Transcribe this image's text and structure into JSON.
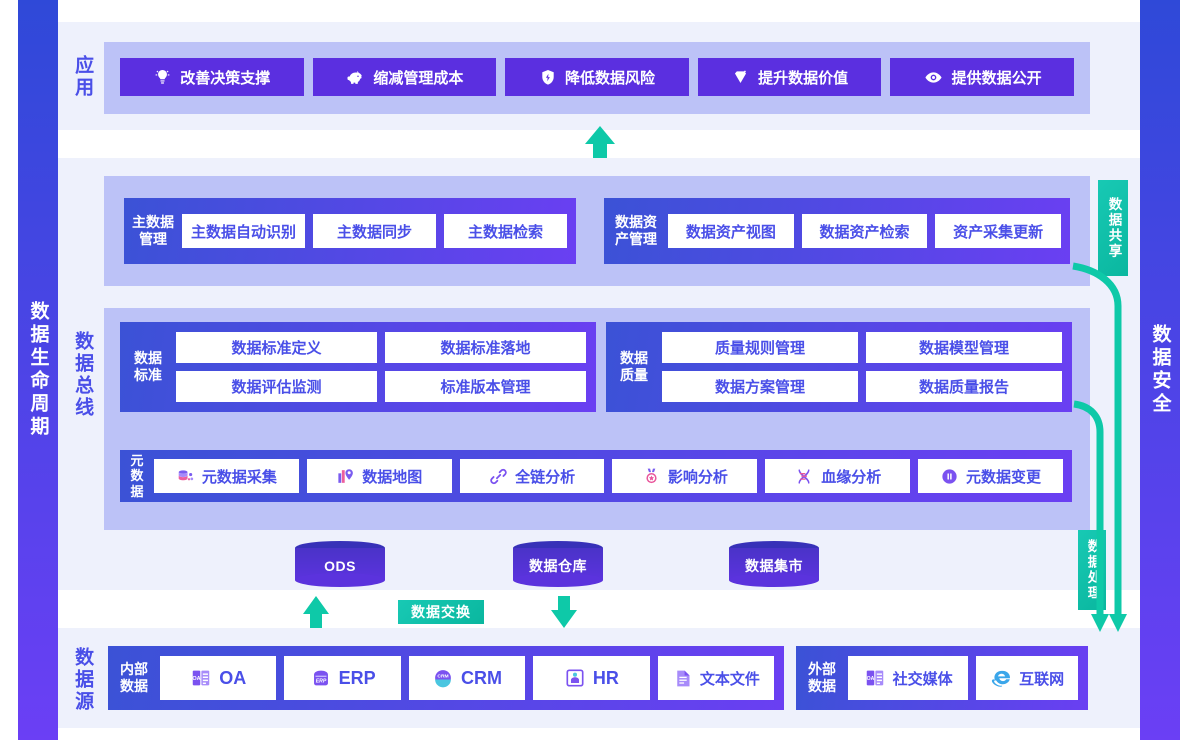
{
  "rails": {
    "left": {
      "label": "数据生命周期"
    },
    "right": {
      "label": "数据安全"
    }
  },
  "rows": {
    "application": {
      "label": "应用"
    },
    "bus": {
      "label": "数据总线"
    },
    "source": {
      "label": "数据源"
    }
  },
  "application": {
    "items": [
      {
        "label": "改善决策支撑",
        "icon": "lightbulb-icon"
      },
      {
        "label": "缩减管理成本",
        "icon": "piggy-bank-icon"
      },
      {
        "label": "降低数据风险",
        "icon": "shield-icon"
      },
      {
        "label": "提升数据价值",
        "icon": "diamond-icon"
      },
      {
        "label": "提供数据公开",
        "icon": "eye-icon"
      }
    ]
  },
  "master_data": {
    "title": "主数据\n管理",
    "items": [
      "主数据自动识别",
      "主数据同步",
      "主数据检索"
    ]
  },
  "data_asset": {
    "title": "数据资\n产管理",
    "items": [
      "数据资产视图",
      "数据资产检索",
      "资产采集更新"
    ]
  },
  "data_standard": {
    "title": "数据\n标准",
    "items": [
      "数据标准定义",
      "数据标准落地",
      "数据评估监测",
      "标准版本管理"
    ]
  },
  "data_quality": {
    "title": "数据\n质量",
    "items": [
      "质量规则管理",
      "数据模型管理",
      "数据方案管理",
      "数据质量报告"
    ]
  },
  "metadata": {
    "title": "元\n数\n据",
    "items": [
      {
        "label": "元数据采集",
        "icon": "database-stack-icon"
      },
      {
        "label": "数据地图",
        "icon": "map-pin-icon"
      },
      {
        "label": "全链分析",
        "icon": "link-chain-icon"
      },
      {
        "label": "影响分析",
        "icon": "medal-icon"
      },
      {
        "label": "血缘分析",
        "icon": "dna-icon"
      },
      {
        "label": "元数据变更",
        "icon": "pause-circle-icon"
      }
    ]
  },
  "stores": [
    {
      "label": "ODS"
    },
    {
      "label": "数据仓库"
    },
    {
      "label": "数据集市"
    }
  ],
  "exchange": {
    "label": "数据交换"
  },
  "green_tags": [
    {
      "label": "数据共享"
    },
    {
      "label": "数据处理"
    }
  ],
  "sources": {
    "internal": {
      "title": "内部\n数据",
      "items": [
        {
          "label": "OA",
          "icon": "oa-doc-icon"
        },
        {
          "label": "ERP",
          "icon": "erp-box-icon"
        },
        {
          "label": "CRM",
          "icon": "crm-circle-icon"
        },
        {
          "label": "HR",
          "icon": "hr-person-icon"
        },
        {
          "label": "文本文件",
          "icon": "text-file-icon"
        }
      ]
    },
    "external": {
      "title": "外部\n数据",
      "items": [
        {
          "label": "社交媒体",
          "icon": "social-media-icon"
        },
        {
          "label": "互联网",
          "icon": "internet-e-icon"
        }
      ]
    }
  },
  "colors": {
    "rail_start": "#2f49d8",
    "rail_end": "#6b3ff5",
    "band": "#eef1fc",
    "lavender": "#bcc2f7",
    "card_start": "#3b52d6",
    "card_end": "#6a3ff2",
    "pill": "#5b2fe0",
    "chip_text": "#4a4fe8",
    "green": "#0ec9a8",
    "cyl_top": "#3731b8",
    "cyl_body": "#5b33dd"
  }
}
